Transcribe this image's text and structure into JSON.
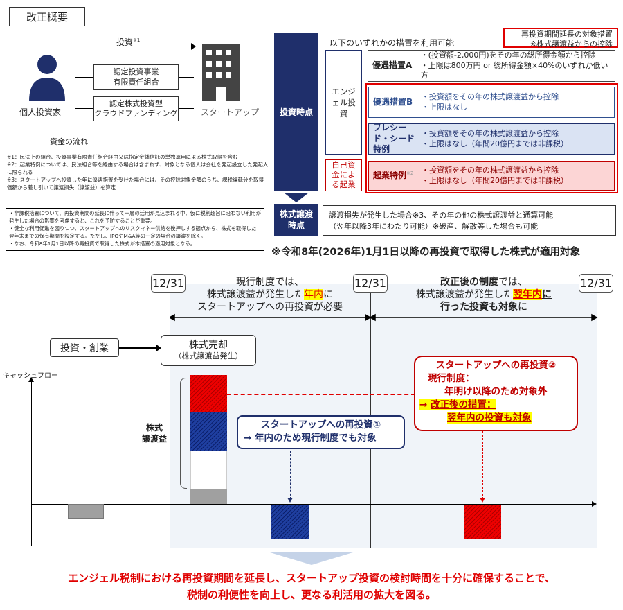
{
  "title": "改正概要",
  "top_left": {
    "investor": "個人投資家",
    "investment_label": "投資",
    "investment_note": "※1",
    "intermediary_1": "認定投資事業\n有限責任組合",
    "intermediary_2": "認定株式投資型\nクラウドファンディング",
    "startup": "スタートアップ",
    "legend": "資金の流れ",
    "notes": [
      "※1：民法上の組合、投資事業有限責任組合経由又は指定金銭信託の単独運用による株式取得を含む",
      "※2：起業特例については、民法組合等を経由する場合は含まれず、対象となる個人は会社を発起設立した発起人に限られる",
      "※3：スタートアップへ投資した年に優遇措置を受けた場合には、その控除対象金額のうち、課税繰延分を取得価額から差し引いて譲渡損失（譲渡益）を算定"
    ],
    "box_notes": [
      "・非課税措置について、再投資期間の延長に伴って一層の活用が見込まれる中、仮に税制趣旨に沿わない利用が発生した場合の影響を考慮すると、これを予防することが重要。",
      "・健全な利用促進を図りつつ、スタートアップへのリスクマネー供給を後押しする観点から、株式を取得した翌年末までの保有期間を設定する。ただし、IPOやM&A等の一定の場合の譲渡を除く。",
      "・なお、令和8年1月1日以降の再投資で取得した株式が本措置の適用対象となる。"
    ]
  },
  "measures": {
    "investment_time": "投資時点",
    "transfer_time": "株式譲渡\n時点",
    "intro": "以下のいずれかの措置を利用可能",
    "target_label_1": "再投資期間延長の対象措置",
    "target_label_2": "※株式譲渡益からの控除",
    "angel": "エンジェル投資",
    "self_funded": "自己資金による起業",
    "items": [
      {
        "title": "優遇措置A",
        "line1": "・(投資額-2,000円)をその年の総所得金額から控除",
        "line2": "・上限は800万円 or 総所得金額×40%のいずれか低い方"
      },
      {
        "title": "優遇措置B",
        "line1": "・投資額をその年の株式譲渡益から控除",
        "line2": "・上限はなし"
      },
      {
        "title": "プレシード・シード特例",
        "line1": "・投資額をその年の株式譲渡益から控除",
        "line2": "・上限はなし（年間20億円までは非課税）"
      },
      {
        "title": "起業特例",
        "note": "※2",
        "line1": "・投資額をその年の株式譲渡益から控除",
        "line2": "・上限はなし（年間20億円までは非課税）"
      }
    ],
    "loss_line1": "譲渡損失が発生した場合※3、その年の他の株式譲渡益と通算可能",
    "loss_line2": "（翌年以降3年にわたり可能）※破産、解散等した場合も可能",
    "applicability": "※令和8年(2026年)1月1日以降の再投資で取得した株式が適用対象"
  },
  "timeline": {
    "dates": [
      "12/31",
      "12/31",
      "12/31"
    ],
    "current_1": "現行制度では、",
    "current_2a": "株式譲渡益が発生した",
    "current_2b": "年内",
    "current_2c": "に",
    "current_3": "スタートアップへの再投資が必要",
    "revised_1a": "改正後の制度",
    "revised_1b": "では、",
    "revised_2a": "株式譲渡益が発生した",
    "revised_2b": "翌年内",
    "revised_2c": "に",
    "revised_3a": "行った投資も対象",
    "revised_3b": "に",
    "invest_start": "投資・創業",
    "sale_1": "株式売却",
    "sale_2": "（株式譲渡益発生）",
    "cashflow": "キャッシュフロー",
    "gain_label": "株式\n譲渡益",
    "reinvest1_title": "スタートアップへの再投資①",
    "reinvest1_body": "→ 年内のため現行制度でも対象",
    "reinvest2_title": "スタートアップへの再投資②",
    "reinvest2_l1": "現行制度：",
    "reinvest2_l2": "年明け以降のため対象外",
    "reinvest2_l3a": "→ ",
    "reinvest2_l3b": "改正後の措置：",
    "reinvest2_l4": "翌年内の投資も対象"
  },
  "conclusion_1": "エンジェル税制における再投資期間を延長し、スタートアップ投資の検討時間を十分に確保することで、",
  "conclusion_2": "税制の利便性を向上し、更なる利活用の拡大を図る。",
  "colors": {
    "navy": "#1f2f6b",
    "red": "#e00000",
    "dark_red": "#c00000",
    "light_blue": "#dae3f3",
    "light_red": "#fcd5d5"
  }
}
